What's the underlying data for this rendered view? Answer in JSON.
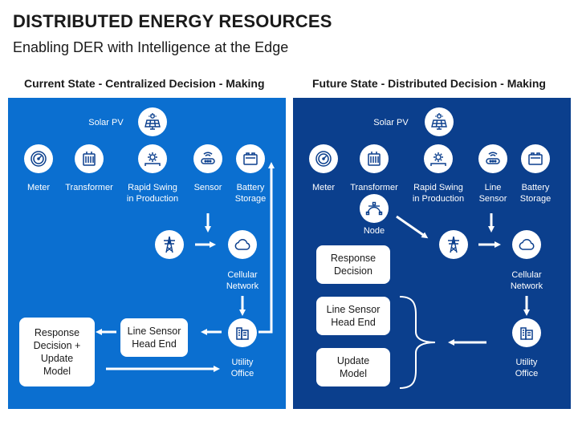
{
  "title": "DISTRIBUTED ENERGY RESOURCES",
  "subtitle": "Enabling DER with Intelligence at the Edge",
  "colors": {
    "left_panel": "#0b6fd0",
    "right_panel": "#0b3f8d",
    "node_fill": "#ffffff",
    "arrow": "#ffffff"
  },
  "left": {
    "heading": "Current State - Centralized Decision - Making",
    "solar_pv": "Solar PV",
    "meter": "Meter",
    "transformer": "Transformer",
    "rapid_swing": "Rapid Swing\nin Production",
    "sensor": "Sensor",
    "battery": "Battery\nStorage",
    "tower_icon": "transmission-tower-icon",
    "cellular": "Cellular\nNetwork",
    "utility": "Utility\nOffice",
    "line_sensor_box": "Line Sensor\nHead End",
    "response_box": "Response\nDecision +\nUpdate\nModel"
  },
  "right": {
    "heading": "Future State - Distributed Decision - Making",
    "solar_pv": "Solar PV",
    "meter": "Meter",
    "transformer": "Transformer",
    "rapid_swing": "Rapid Swing\nin Production",
    "line_sensor": "Line\nSensor",
    "battery": "Battery\nStorage",
    "node": "Node",
    "cellular": "Cellular\nNetwork",
    "utility": "Utility\nOffice",
    "response_box": "Response\nDecision",
    "line_sensor_box": "Line Sensor\nHead End",
    "update_box": "Update\nModel"
  }
}
